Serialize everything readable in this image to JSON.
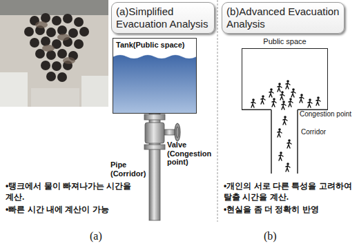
{
  "diagram": {
    "nodes": [
      {
        "text": [
          "(a)Simplified Evacuation Analysis"
        ]
      },
      {
        "text": [
          "Tank(Public space)"
        ]
      },
      {
        "text": [
          "(b)Advanced Evacuation Analysis"
        ]
      },
      {
        "text": [
          "Public space"
        ]
      }
    ],
    "labels": [
      "Valve (Congestion point)",
      "Pipe (Corridor)",
      "•탱크에서 물이 빠져나가는 시간을 계산.",
      "•빠른 시간 내에 계산이 가능",
      "(a)",
      "Congestion point",
      "Corridor",
      "•개인의 서로 다른 특성을 고려하여 탈출 시간을 계산.",
      "•현실을 좀 더 정확히 반영",
      "(b)"
    ]
  }
}
